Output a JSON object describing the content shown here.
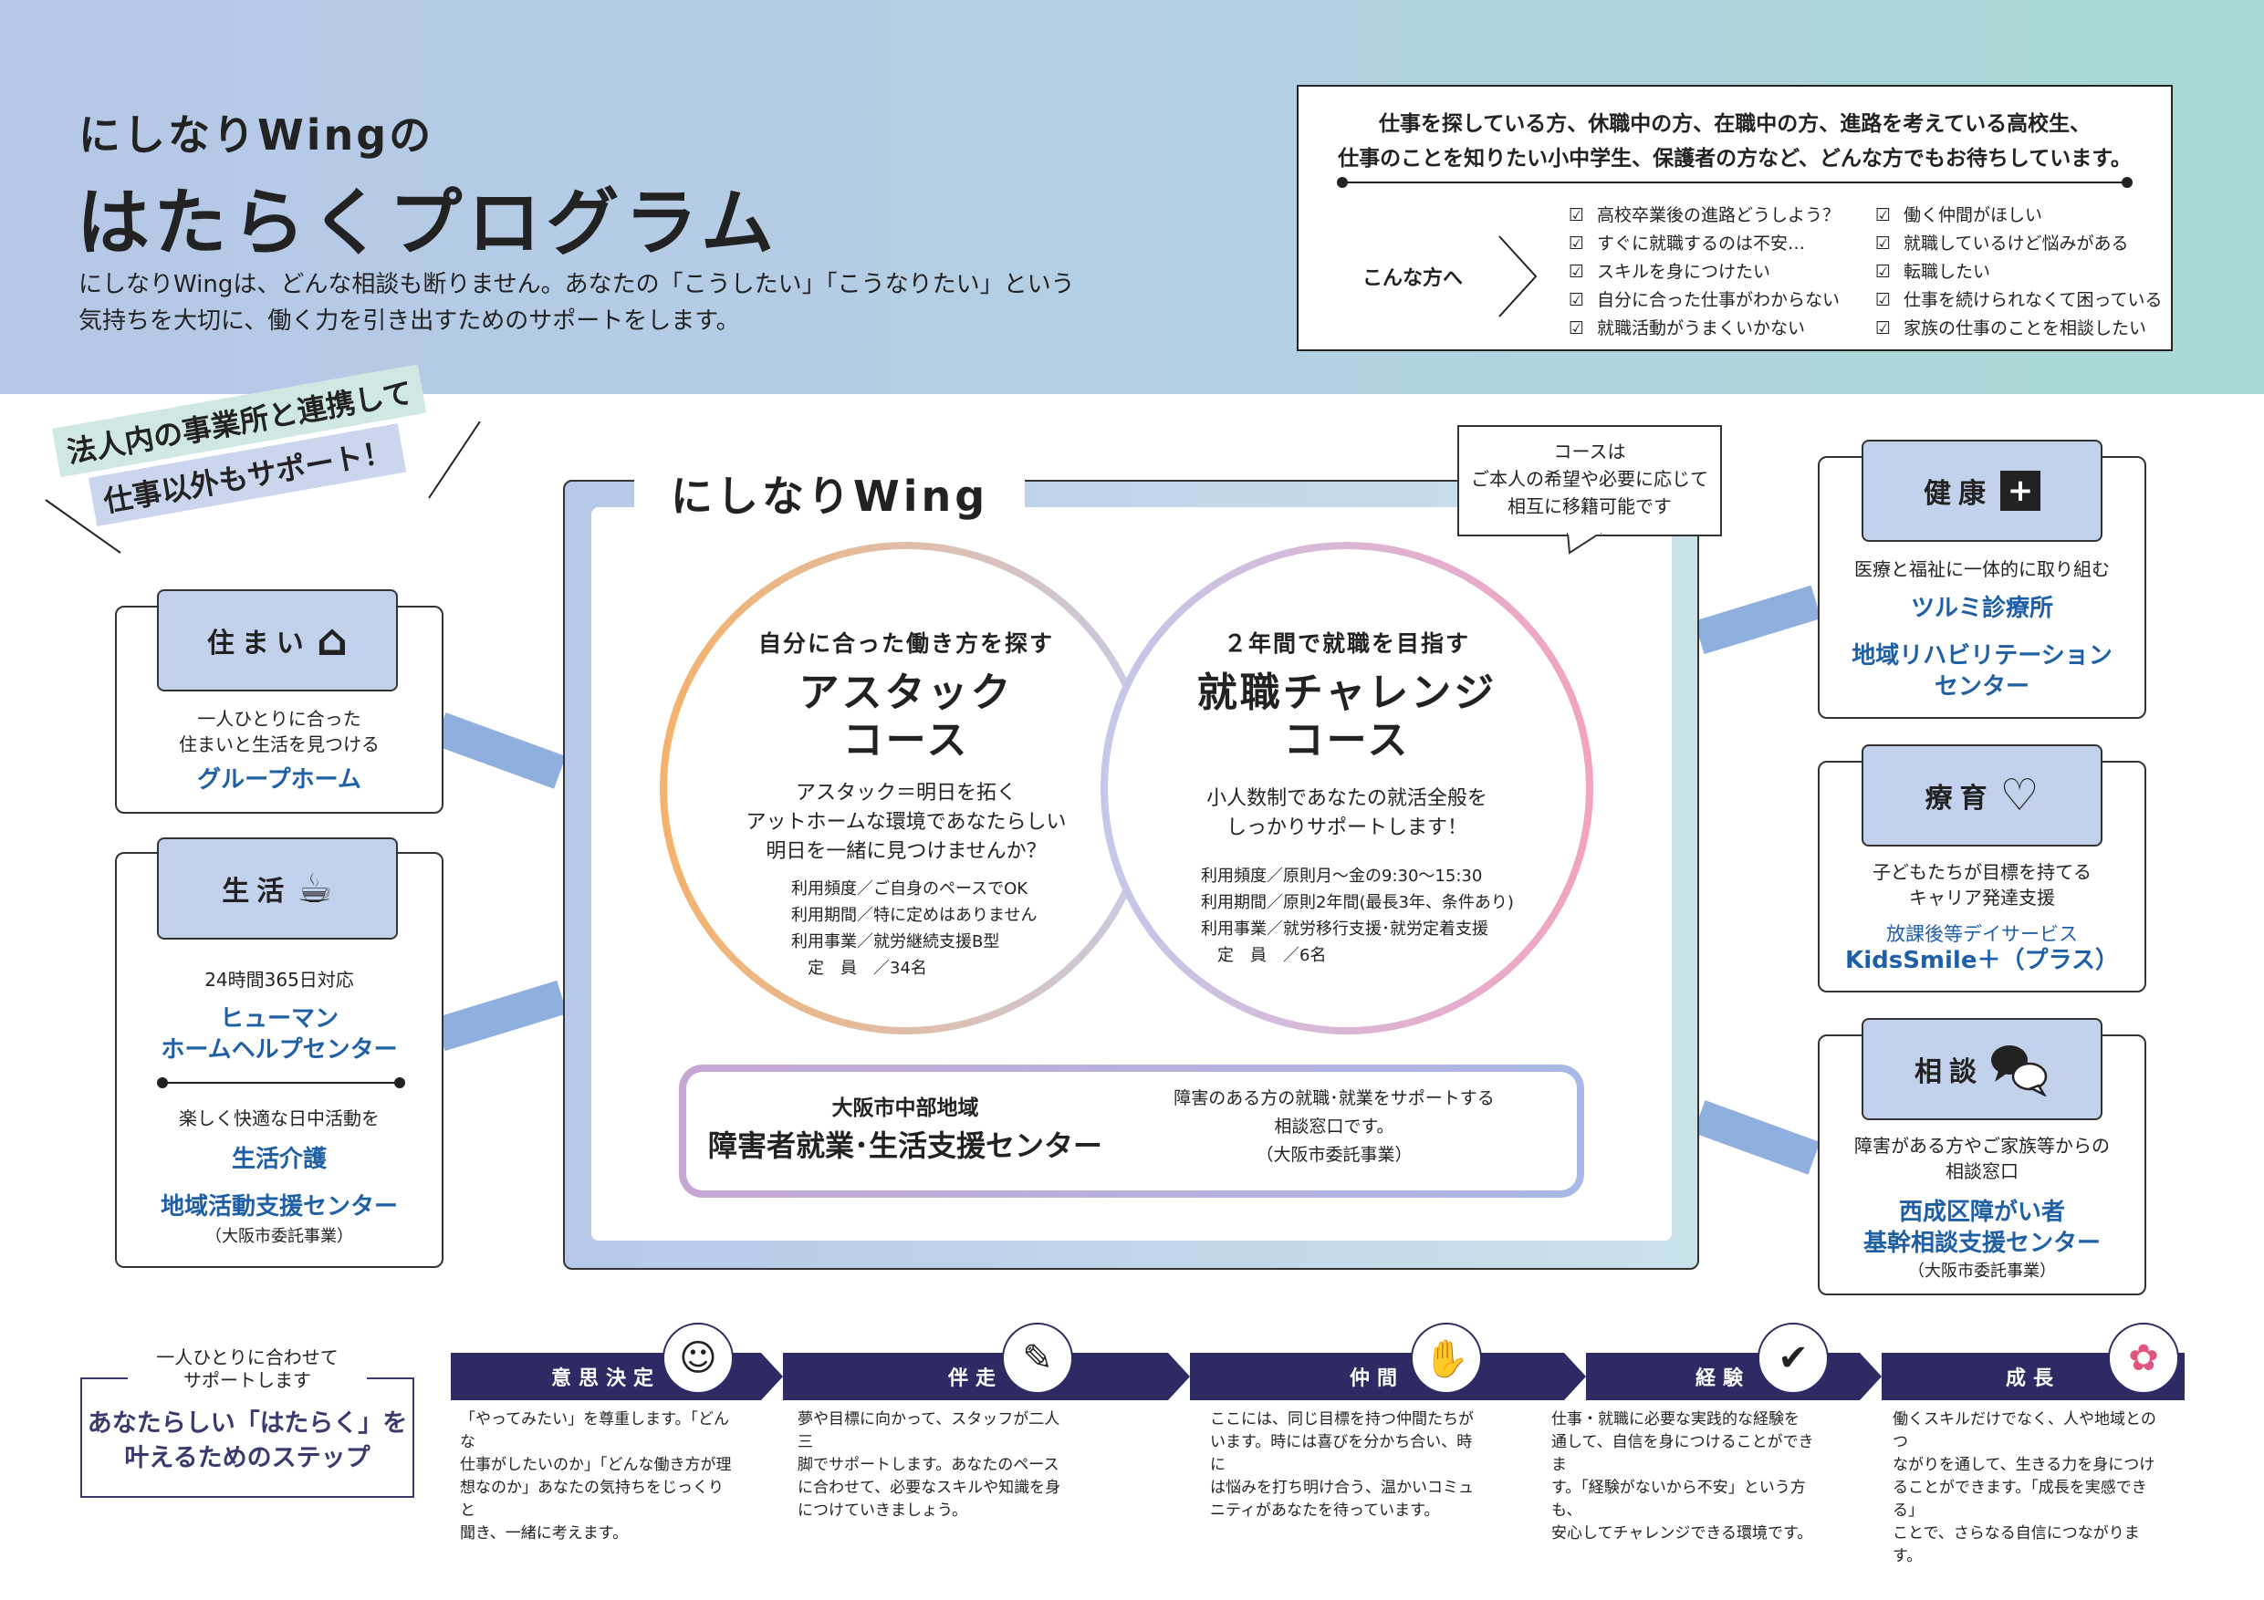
{
  "header": {
    "subtitle": "にしなりWingの",
    "title": "はたらくプログラム",
    "lead_1": "にしなりWingは、どんな相談も断りません。あなたの「こうしたい」「こうなりたい」という",
    "lead_2": "気持ちを大切に、働く力を引き出すためのサポートをします。"
  },
  "target": {
    "intro_1": "仕事を探している方、休職中の方、在職中の方、進路を考えている高校生、",
    "intro_2": "仕事のことを知りたい小中学生、保護者の方など、どんな方でもお待ちしています。",
    "label": "こんな方へ",
    "left": [
      "高校卒業後の進路どうしよう？",
      "すぐに就職するのは不安…",
      "スキルを身につけたい",
      "自分に合った仕事がわからない",
      "就職活動がうまくいかない"
    ],
    "right": [
      "働く仲間がほしい",
      "就職しているけど悩みがある",
      "転職したい",
      "仕事を続けられなくて困っている",
      "家族の仕事のことを相談したい"
    ]
  },
  "speech": {
    "line1": "法人内の事業所と連携して",
    "line2": "仕事以外もサポート！"
  },
  "housing": {
    "title": "住まい",
    "desc_1": "一人ひとりに合った",
    "desc_2": "住まいと生活を見つける",
    "link": "グループホーム"
  },
  "life": {
    "title": "生活",
    "hours": "24時間365日対応",
    "link1_1": "ヒューマン",
    "link1_2": "ホームヘルプセンター",
    "desc2": "楽しく快適な日中活動を",
    "link2": "生活介護",
    "link3": "地域活動支援センター",
    "note": "（大阪市委託事業）"
  },
  "health": {
    "title": "健康",
    "desc": "医療と福祉に一体的に取り組む",
    "link1": "ツルミ診療所",
    "link2_1": "地域リハビリテーション",
    "link2_2": "センター"
  },
  "care": {
    "title": "療育",
    "desc_1": "子どもたちが目標を持てる",
    "desc_2": "キャリア発達支援",
    "link1": "放課後等デイサービス",
    "link2": "KidsSmile＋（プラス）"
  },
  "consult": {
    "title": "相談",
    "desc_1": "障害がある方やご家族等からの",
    "desc_2": "相談窓口",
    "link_1": "西成区障がい者",
    "link_2": "基幹相談支援センター",
    "note": "（大阪市委託事業）"
  },
  "center": {
    "title": "にしなりWing",
    "note_1": "コースは",
    "note_2": "ご本人の希望や必要に応じて",
    "note_3": "相互に移籍可能です"
  },
  "course_left": {
    "lead": "自分に合った働き方を探す",
    "name_1": "アスタック",
    "name_2": "コース",
    "desc_1": "アスタック＝明日を拓く",
    "desc_2": "アットホームな環境であなたらしい",
    "desc_3": "明日を一緒に見つけませんか？",
    "info": [
      "利用頻度／ご自身のペースでOK",
      "利用期間／特に定めはありません",
      "利用事業／就労継続支援B型",
      "　定　員　／34名"
    ]
  },
  "course_right": {
    "lead": "２年間で就職を目指す",
    "name_1": "就職チャレンジ",
    "name_2": "コース",
    "desc_1": "小人数制であなたの就活全般を",
    "desc_2": "しっかりサポートします！",
    "info": [
      "利用頻度／原則月～金の9:30～15:30",
      "利用期間／原則2年間(最長3年、条件あり)",
      "利用事業／就労移行支援･就労定着支援",
      "　定　員　／6名"
    ]
  },
  "osaka": {
    "area": "大阪市中部地域",
    "name": "障害者就業･生活支援センター",
    "desc_1": "障害のある方の就職･就業をサポートする",
    "desc_2": "相談窓口です。",
    "note": "（大阪市委託事業）"
  },
  "steps": {
    "sub_1": "一人ひとりに合わせて",
    "sub_2": "サポートします",
    "main_1": "あなたらしい「はたらく」を",
    "main_2": "叶えるためのステップ",
    "items": [
      {
        "label": "意思決定",
        "icon": "face-icon",
        "glyph": "☺",
        "lines": [
          "「やってみたい」を尊重します。「どんな",
          "仕事がしたいのか」「どんな働き方が理",
          "想なのか」あなたの気持ちをじっくりと",
          "聞き、一緒に考えます。"
        ]
      },
      {
        "label": "伴走",
        "icon": "running-icon",
        "glyph": "✎",
        "lines": [
          "夢や目標に向かって、スタッフが二人三",
          "脚でサポートします。あなたのペース",
          "に合わせて、必要なスキルや知識を身",
          "につけていきましょう。"
        ]
      },
      {
        "label": "仲間",
        "icon": "handshake-icon",
        "glyph": "✋",
        "lines": [
          "ここには、同じ目標を持つ仲間たちが",
          "います。時には喜びを分かち合い、時に",
          "は悩みを打ち明け合う、温かいコミュ",
          "ニティがあなたを待っています。"
        ]
      },
      {
        "label": "経験",
        "icon": "stamp-icon",
        "glyph": "✔",
        "lines": [
          "仕事・就職に必要な実践的な経験を",
          "通して、自信を身につけることができま",
          "す。「経験がないから不安」という方も、",
          "安心してチャレンジできる環境です。"
        ]
      },
      {
        "label": "成長",
        "icon": "flower-icon",
        "glyph": "✿",
        "lines": [
          "働くスキルだけでなく、人や地域とのつ",
          "ながりを通して、生きる力を身につけ",
          "ることができます。「成長を実感できる」",
          "ことで、さらなる自信につながります。"
        ]
      }
    ]
  },
  "colors": {
    "accent_blue": "#1f5fa6",
    "navy": "#2e2a63",
    "card_head": "#c3d2ec"
  }
}
